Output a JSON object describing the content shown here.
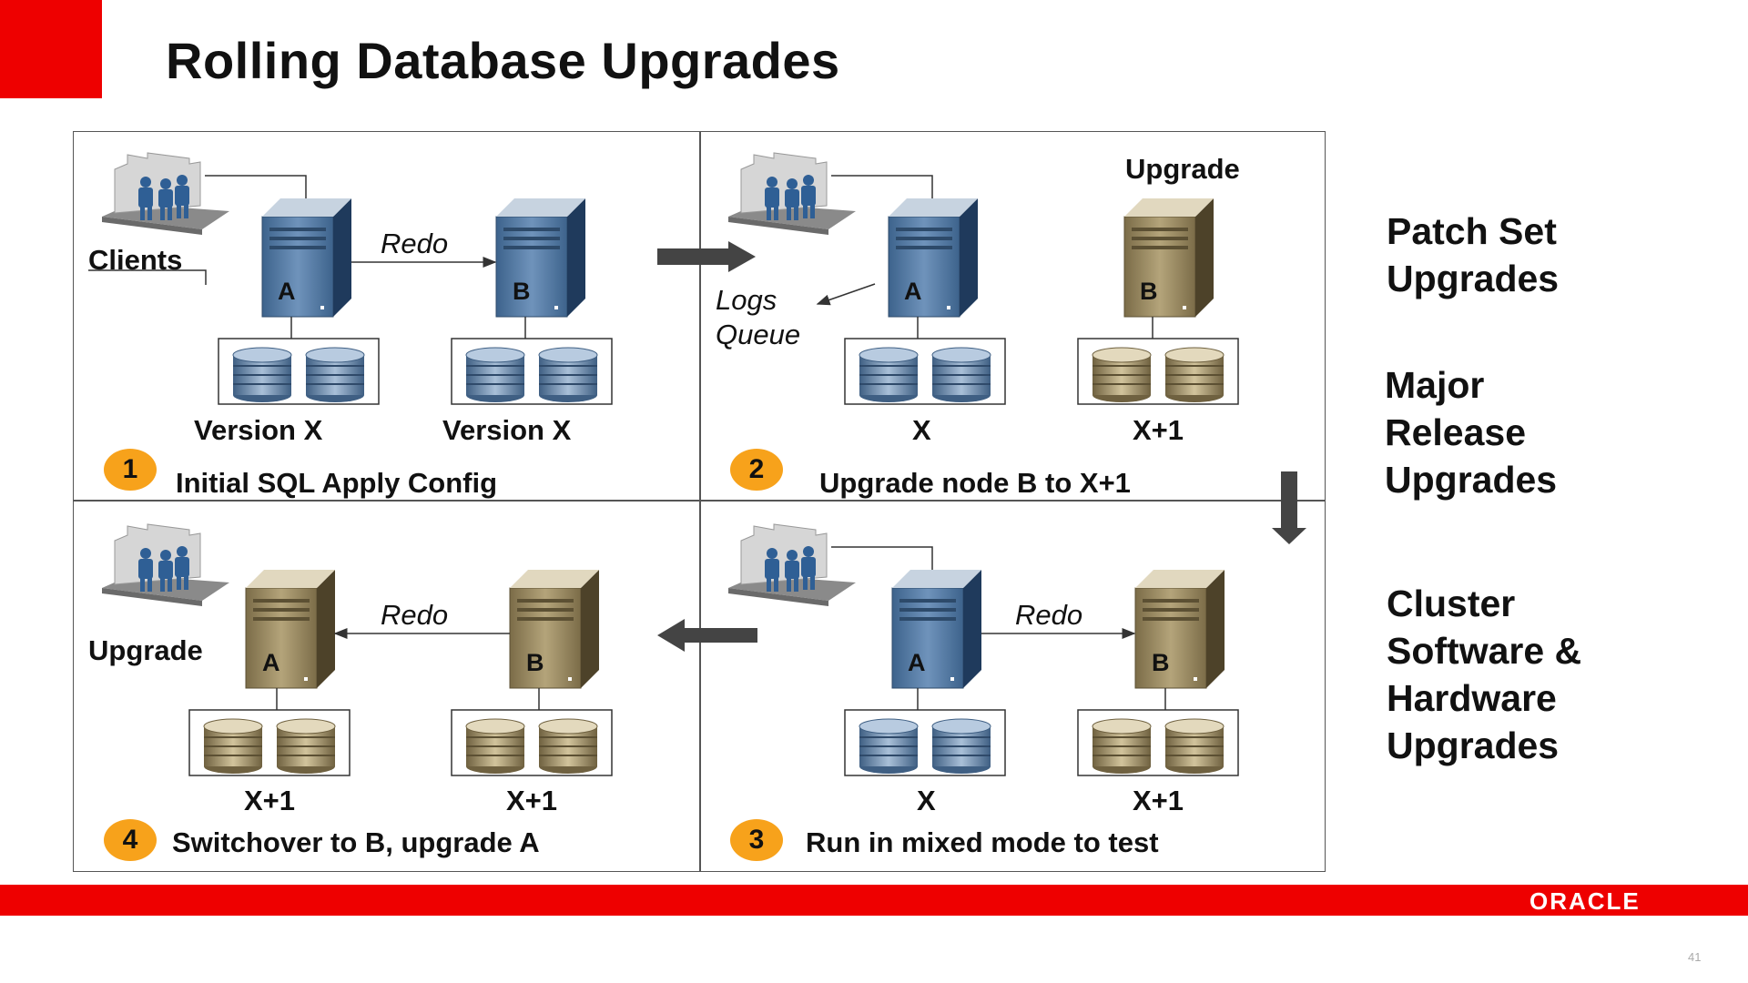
{
  "slide": {
    "title": "Rolling Database Upgrades",
    "page_number": "41",
    "brand": "ORACLE"
  },
  "quadrants": {
    "q1": {
      "step_number": "1",
      "step_text": "Initial SQL Apply Config",
      "clients_label": "Clients",
      "redo_label": "Redo",
      "server_a": "A",
      "server_b": "B",
      "version_a": "Version X",
      "version_b": "Version X"
    },
    "q2": {
      "step_number": "2",
      "step_text": "Upgrade node B to X+1",
      "upgrade_label": "Upgrade",
      "logs_label": "Logs",
      "queue_label": "Queue",
      "server_a": "A",
      "server_b": "B",
      "version_a": "X",
      "version_b": "X+1"
    },
    "q3": {
      "step_number": "3",
      "step_text": "Run in mixed mode to test",
      "redo_label": "Redo",
      "server_a": "A",
      "server_b": "B",
      "version_a": "X",
      "version_b": "X+1"
    },
    "q4": {
      "step_number": "4",
      "step_text": "Switchover to B, upgrade A",
      "upgrade_label": "Upgrade",
      "redo_label": "Redo",
      "server_a": "A",
      "server_b": "B",
      "version_a": "X+1",
      "version_b": "X+1"
    }
  },
  "side_panel": {
    "item1_line1": "Patch Set",
    "item1_line2": "Upgrades",
    "item2_line1": "Major",
    "item2_line2": "Release",
    "item2_line3": "Upgrades",
    "item3_line1": "Cluster",
    "item3_line2": "Software &",
    "item3_line3": "Hardware",
    "item3_line4": "Upgrades"
  },
  "colors": {
    "accent_red": "#ee0000",
    "badge_orange": "#f7a21b",
    "server_blue": "#4a6f97",
    "server_tan": "#8b7b55"
  },
  "icons": {
    "clients": "clients-office-icon",
    "server": "server-tower-icon",
    "disk": "disk-stack-icon",
    "arrow": "flow-arrow-icon"
  }
}
